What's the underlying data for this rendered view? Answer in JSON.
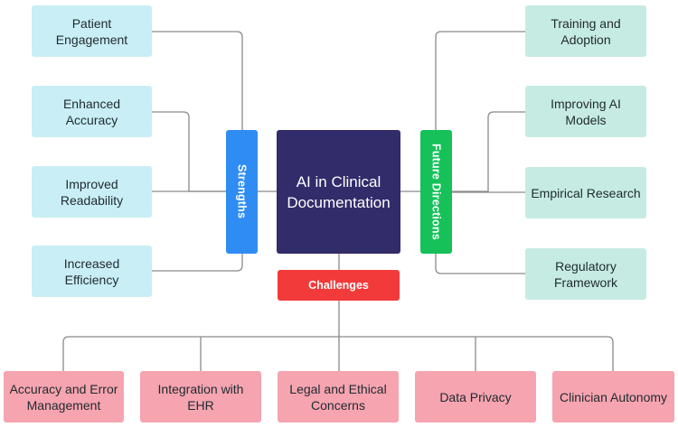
{
  "center": {
    "title": "AI in Clinical Documentation"
  },
  "strengths": {
    "label": "Strengths",
    "items": [
      "Patient Engagement",
      "Enhanced Accuracy",
      "Improved Readability",
      "Increased Efficiency"
    ]
  },
  "future": {
    "label": "Future Directions",
    "items": [
      "Training and Adoption",
      "Improving AI Models",
      "Empirical Research",
      "Regulatory Framework"
    ]
  },
  "challenges": {
    "label": "Challenges",
    "items": [
      "Accuracy and Error Management",
      "Integration with EHR",
      "Legal and Ethical Concerns",
      "Data Privacy",
      "Clinician Autonomy"
    ]
  },
  "colors": {
    "center": "#322c6b",
    "strengths_tab": "#2f8cf3",
    "future_tab": "#16c15a",
    "challenges_tab": "#f23a3a",
    "strength_box": "#c9eef5",
    "future_box": "#c6ebe2",
    "challenge_box": "#f6a4b0",
    "connector": "#8a8a8a"
  }
}
